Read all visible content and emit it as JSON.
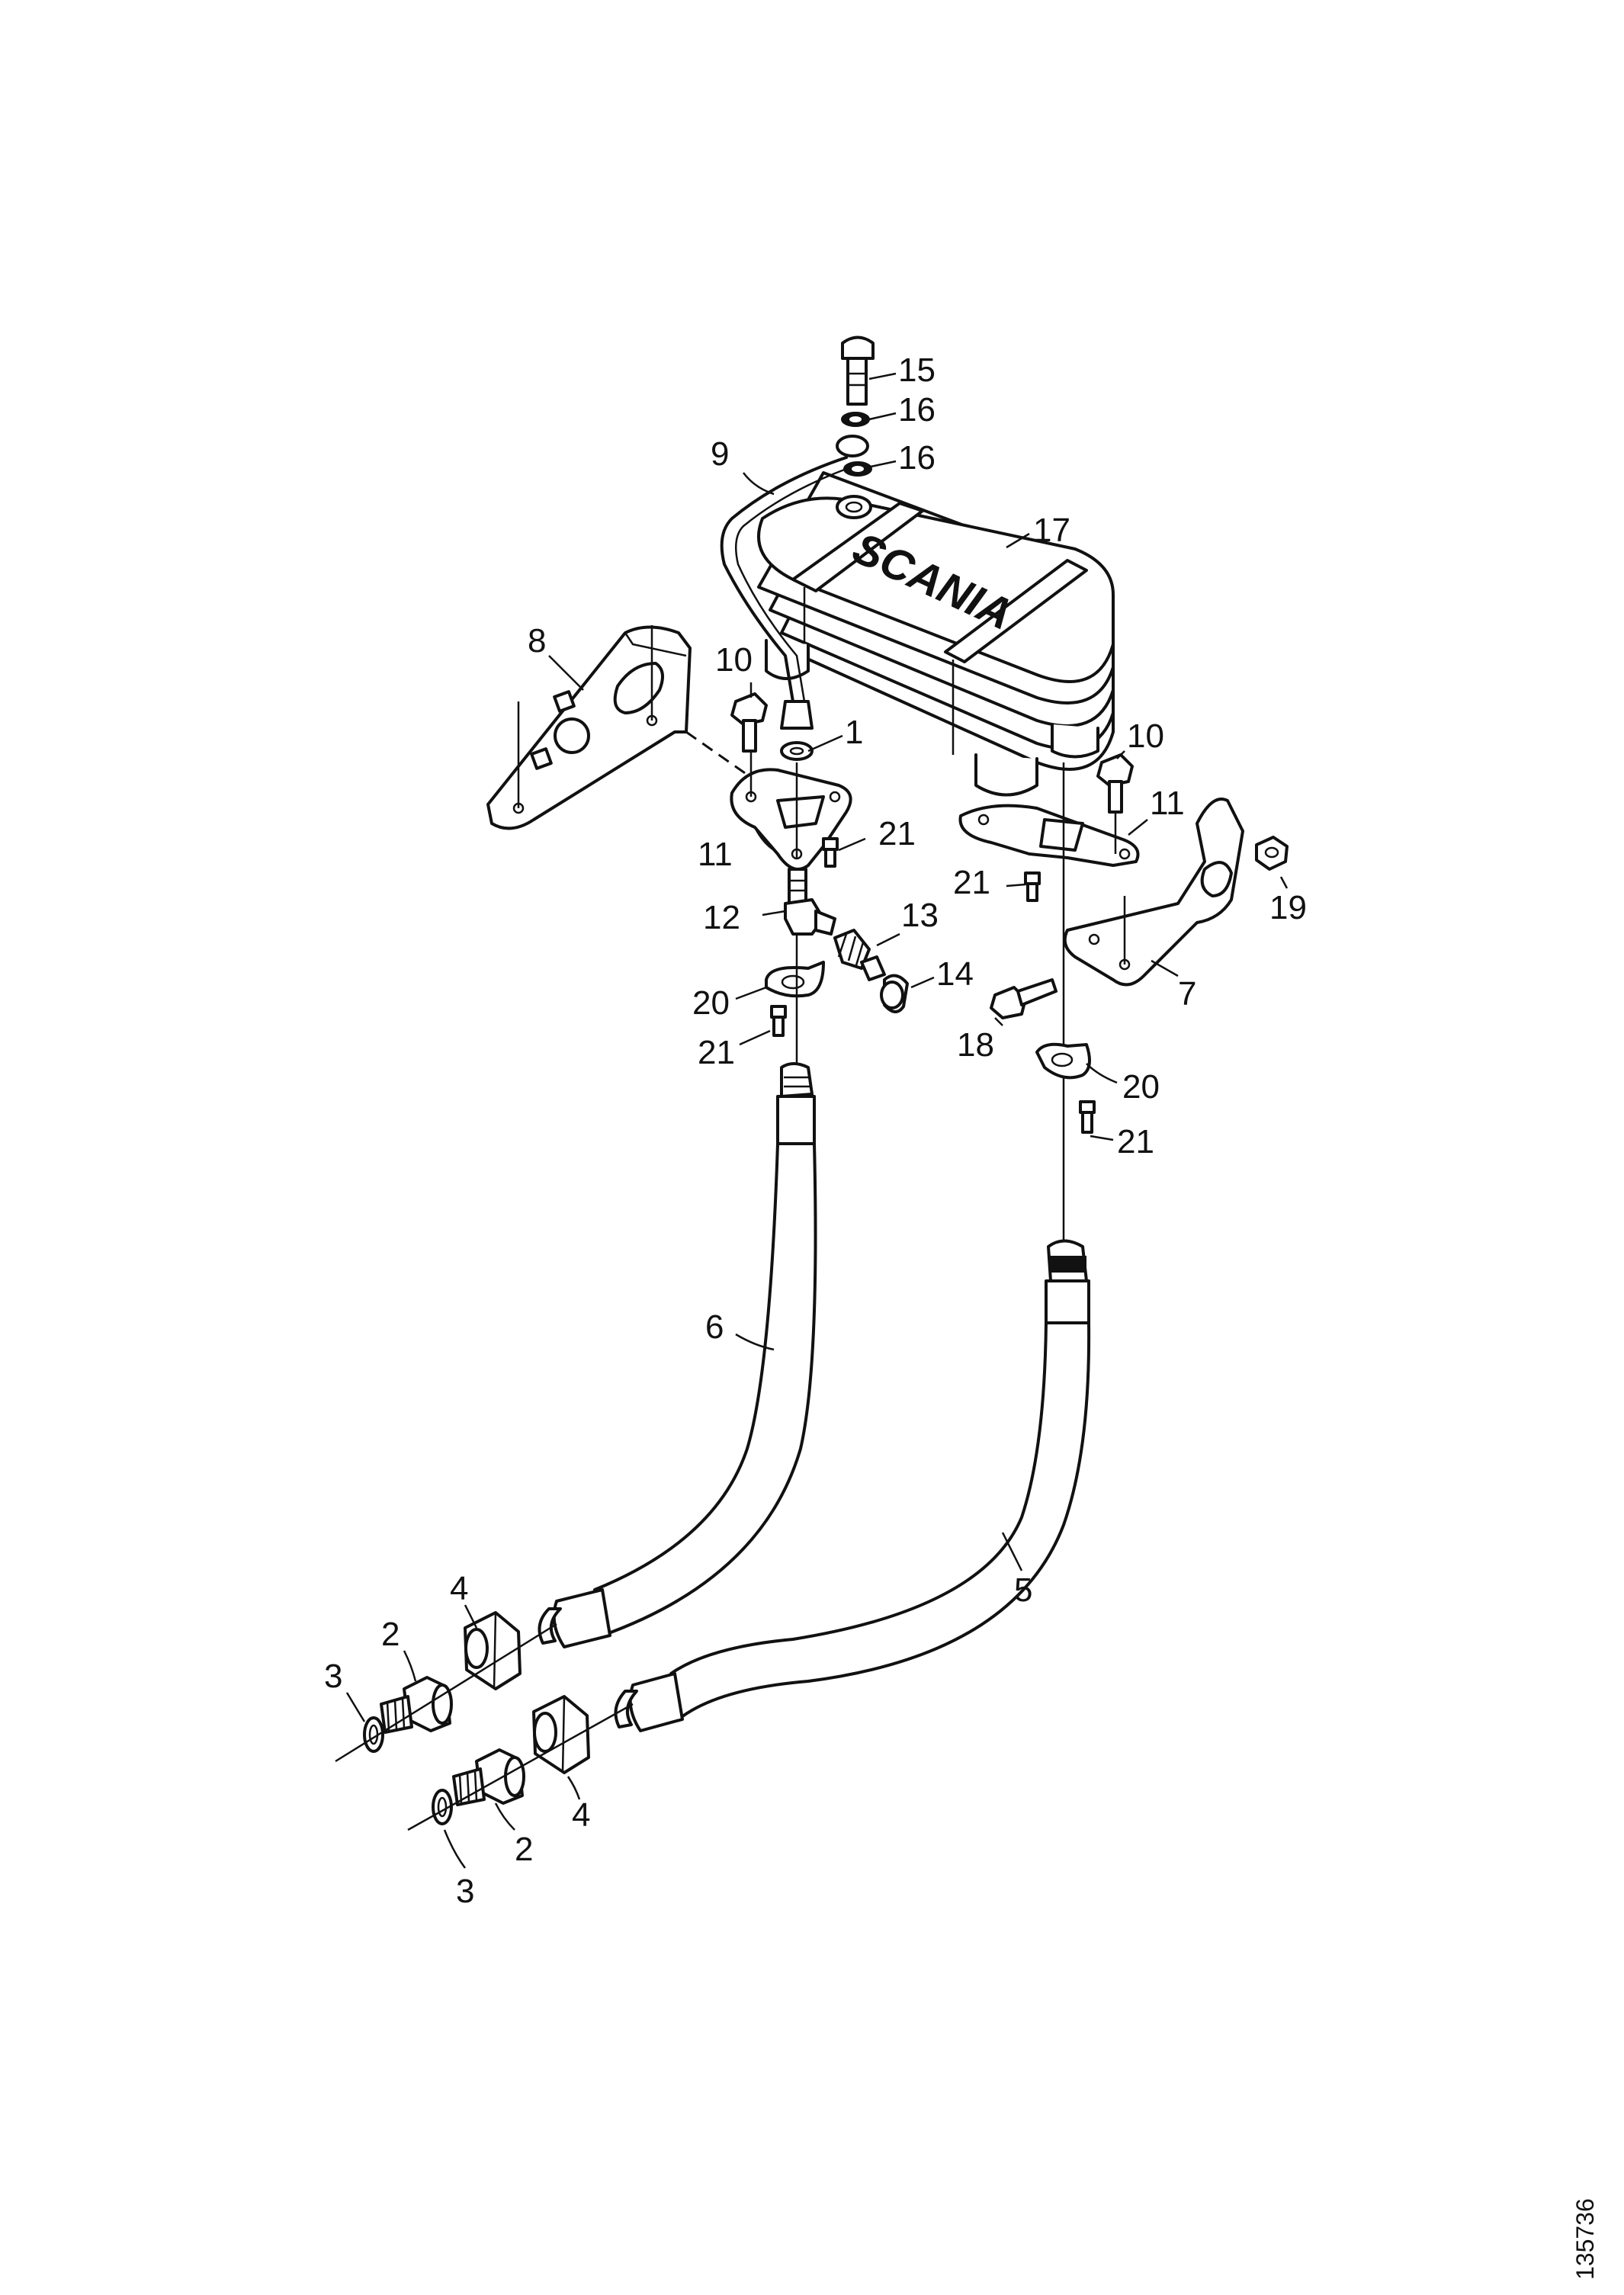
{
  "drawing": {
    "brand_text": "SCANIA",
    "document_number": "135736"
  },
  "labels": [
    {
      "id": "l15",
      "text": "15"
    },
    {
      "id": "l16a",
      "text": "16"
    },
    {
      "id": "l16b",
      "text": "16"
    },
    {
      "id": "l9",
      "text": "9"
    },
    {
      "id": "l17",
      "text": "17"
    },
    {
      "id": "l8",
      "text": "8"
    },
    {
      "id": "l10a",
      "text": "10"
    },
    {
      "id": "l1",
      "text": "1"
    },
    {
      "id": "l10b",
      "text": "10"
    },
    {
      "id": "l11a",
      "text": "11"
    },
    {
      "id": "l21a",
      "text": "21"
    },
    {
      "id": "l11b",
      "text": "11"
    },
    {
      "id": "l21b",
      "text": "21"
    },
    {
      "id": "l19",
      "text": "19"
    },
    {
      "id": "l12",
      "text": "12"
    },
    {
      "id": "l13",
      "text": "13"
    },
    {
      "id": "l14",
      "text": "14"
    },
    {
      "id": "l7",
      "text": "7"
    },
    {
      "id": "l20a",
      "text": "20"
    },
    {
      "id": "l18",
      "text": "18"
    },
    {
      "id": "l21c",
      "text": "21"
    },
    {
      "id": "l20b",
      "text": "20"
    },
    {
      "id": "l21d",
      "text": "21"
    },
    {
      "id": "l6",
      "text": "6"
    },
    {
      "id": "l5",
      "text": "5"
    },
    {
      "id": "l4a",
      "text": "4"
    },
    {
      "id": "l2a",
      "text": "2"
    },
    {
      "id": "l3a",
      "text": "3"
    },
    {
      "id": "l4b",
      "text": "4"
    },
    {
      "id": "l2b",
      "text": "2"
    },
    {
      "id": "l3b",
      "text": "3"
    }
  ]
}
